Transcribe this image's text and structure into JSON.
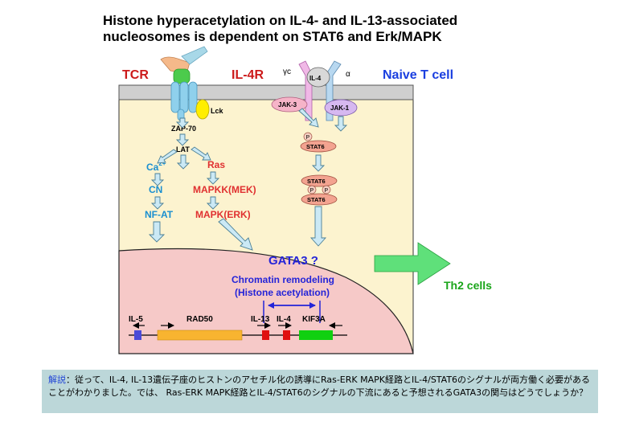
{
  "title": {
    "line1": "Histone hyperacetylation on IL-4- and IL-13-associated",
    "line2": "nucleosomes is dependent on STAT6 and Erk/MAPK"
  },
  "receptors": {
    "tcr": "TCR",
    "il4r": "IL-4R",
    "gamma_c": "γc",
    "il4": "IL-4",
    "alpha": "α",
    "cell": "Naive T cell"
  },
  "tcr_pathway": {
    "lck": "Lck",
    "zap70": "ZAP-70",
    "lat": "LAT",
    "ca": "Ca",
    "ca_sup": "2+",
    "cn": "CN",
    "nfat": "NF-AT",
    "ras": "Ras",
    "mapkk": "MAPKK(MEK)",
    "mapk": "MAPK(ERK)"
  },
  "il4_pathway": {
    "jak3": "JAK-3",
    "jak1": "JAK-1",
    "p": "P",
    "stat6": "STAT6"
  },
  "nucleus": {
    "gata3": "GATA3 ?",
    "remodel_line1": "Chromatin remodeling",
    "remodel_line2": "(Histone acetylation)",
    "th2": "Th2 cells"
  },
  "genes": {
    "il5": "IL-5",
    "rad50": "RAD50",
    "il13": "IL-13",
    "il4": "IL-4",
    "kif3a": "KIF3A"
  },
  "note": {
    "lead": "解説",
    "text": "：従って、IL-4, IL-13遺伝子座のヒストンのアセチル化の誘導にRas-ERK MAPK経路とIL-4/STAT6のシグナルが両方働く必要があることがわかりました。では、 Ras-ERK MAPK経路とIL-4/STAT6のシグナルの下流にあると予想されるGATA3の関与はどうでしょうか？"
  },
  "colors": {
    "cytoplasm": "#fcf3cf",
    "membrane": "#cfcfcf",
    "nucleus": "#f6c9c8",
    "red_label": "#cc1a1a",
    "blue_label": "#1a8fd0",
    "navy_label": "#2424d8",
    "th2_green": "#1aa51a",
    "arrow_fill": "#cbe9f5",
    "stat_fill": "#f3a390"
  }
}
